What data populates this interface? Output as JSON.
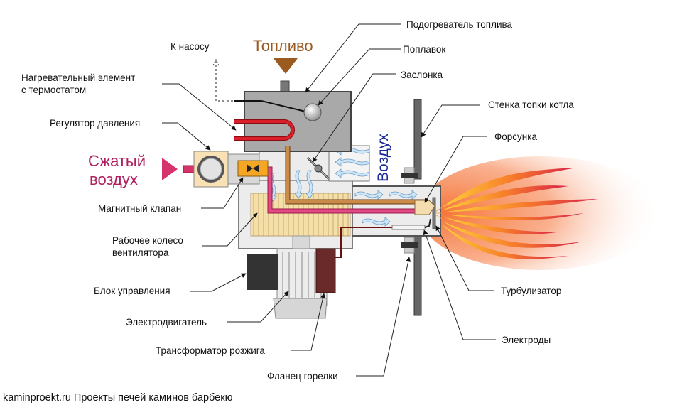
{
  "diagram": {
    "title_fuel": "Топливо",
    "title_compressed_air": [
      "Сжатый",
      "воздух"
    ],
    "title_air": "Воздух",
    "to_pump": "К насосу",
    "footer": "kaminproekt.ru Проекты печей каминов барбекю",
    "colors": {
      "fuel_brown": "#9a5a20",
      "air_label": "#1a2a9a",
      "compressed_air": "#d6336c",
      "heater_red": "#d9202a",
      "body_gray": "#a9a9a9",
      "fan_beige": "#f5dfa8",
      "valve_orange": "#f5a623",
      "transformer": "#6b2a2a",
      "control_block": "#333333"
    },
    "labels": {
      "fuel_heater": "Подогреватель топлива",
      "float": "Поплавок",
      "damper": "Заслонка",
      "boiler_wall": "Стенка топки котла",
      "nozzle": "Форсунка",
      "heating_element_1": "Нагревательный элемент",
      "heating_element_2": "с термостатом",
      "pressure_regulator": "Регулятор давления",
      "magnetic_valve": "Магнитный клапан",
      "fan_wheel_1": "Рабочее колесо",
      "fan_wheel_2": "вентилятора",
      "control_unit": "Блок управления",
      "motor": "Электродвигатель",
      "ignition_transformer": "Трансформатор розжига",
      "burner_flange": "Фланец горелки",
      "turbulator": "Турбулизатор",
      "electrodes": "Электроды"
    }
  }
}
